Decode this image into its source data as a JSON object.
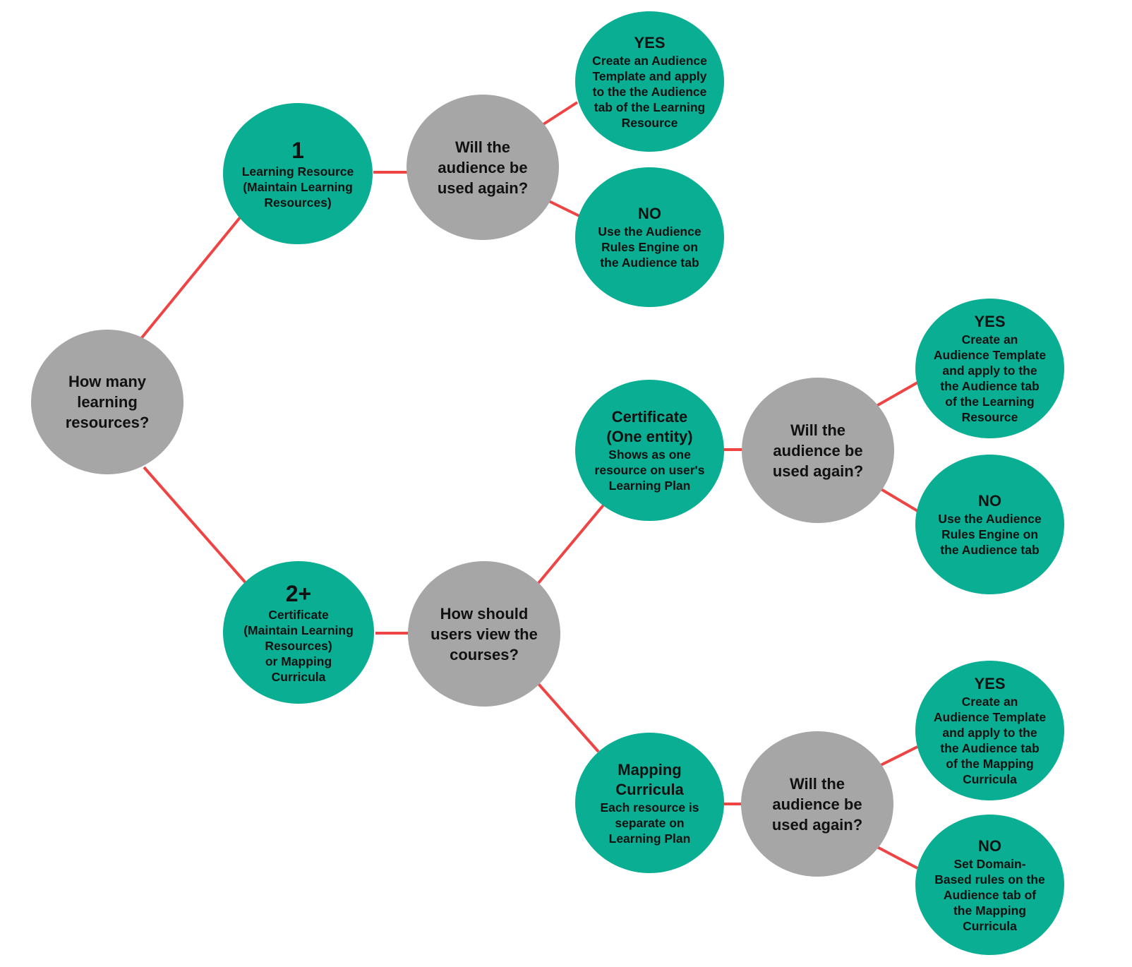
{
  "colors": {
    "question": "#a6a6a6",
    "answer": "#0aae93",
    "connector": "#ee4444"
  },
  "nodes": {
    "q_root": {
      "text": "How many\nlearning\nresources?"
    },
    "one": {
      "head": "1",
      "sub": "Learning Resource\n(Maintain Learning\nResources)"
    },
    "two_plus": {
      "head": "2+",
      "sub": "Certificate\n(Maintain Learning\nResources)\nor Mapping\nCurricula"
    },
    "q_reuse_1": {
      "text": "Will the\naudience be\nused again?"
    },
    "yes_1": {
      "head": "YES",
      "sub": "Create an Audience\nTemplate and apply\nto the the Audience\ntab of the Learning\nResource"
    },
    "no_1": {
      "head": "NO",
      "sub": "Use the Audience\nRules Engine on\nthe Audience tab"
    },
    "q_view": {
      "text": "How should\nusers view the\ncourses?"
    },
    "certificate": {
      "head": "Certificate\n(One entity)",
      "sub": "Shows as one\nresource on user's\nLearning Plan"
    },
    "mapping": {
      "head": "Mapping\nCurricula",
      "sub": "Each resource is\nseparate on\nLearning Plan"
    },
    "q_reuse_2": {
      "text": "Will the\naudience be\nused again?"
    },
    "yes_2": {
      "head": "YES",
      "sub": "Create an\nAudience Template\nand apply to the\nthe Audience tab\nof the Learning\nResource"
    },
    "no_2": {
      "head": "NO",
      "sub": "Use the Audience\nRules Engine on\nthe Audience tab"
    },
    "q_reuse_3": {
      "text": "Will the\naudience be\nused again?"
    },
    "yes_3": {
      "head": "YES",
      "sub": "Create an\nAudience Template\nand apply to the\nthe Audience tab\nof the Mapping\nCurricula"
    },
    "no_3": {
      "head": "NO",
      "sub": "Set Domain-\nBased rules on the\nAudience tab of\nthe Mapping\nCurricula"
    }
  }
}
